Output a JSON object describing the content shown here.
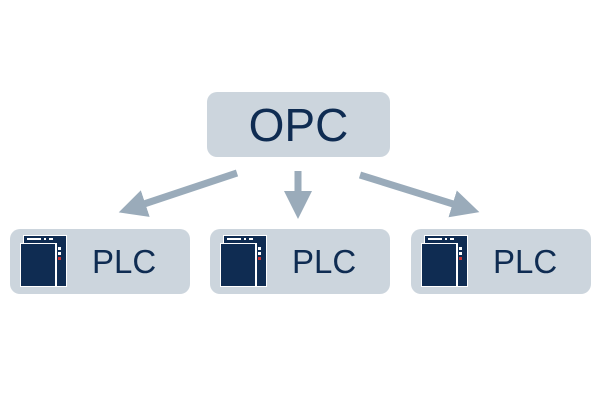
{
  "server": {
    "label": "OPC"
  },
  "plcs": [
    {
      "label": "PLC"
    },
    {
      "label": "PLC"
    },
    {
      "label": "PLC"
    }
  ],
  "colors": {
    "box": "#ccd5dd",
    "text": "#0f2c52",
    "arrow": "#9aabba"
  }
}
